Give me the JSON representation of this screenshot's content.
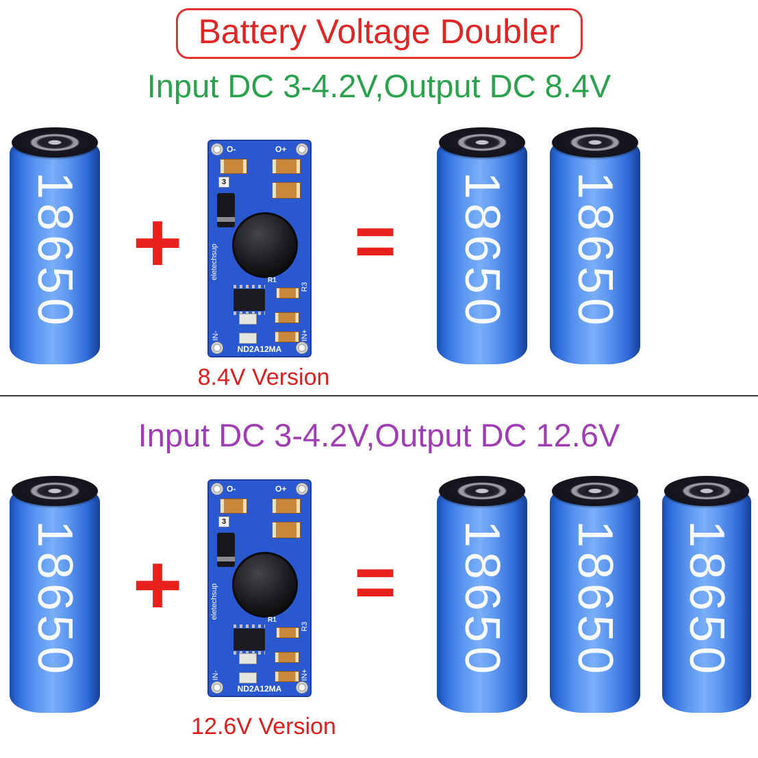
{
  "title": "Battery Voltage Doubler",
  "battery_label": "18650",
  "operators": {
    "plus": "+",
    "equals": "="
  },
  "sections": [
    {
      "heading": "Input DC 3-4.2V,Output DC 8.4V",
      "heading_color": "#2aa24c",
      "module_caption": "8.4V Version",
      "input_battery_count": 1,
      "output_battery_count": 2
    },
    {
      "heading": "Input DC 3-4.2V,Output DC 12.6V",
      "heading_color": "#a03cb4",
      "module_caption": "12.6V Version",
      "input_battery_count": 1,
      "output_battery_count": 3
    }
  ],
  "module": {
    "labels": {
      "out_neg": "O-",
      "out_pos": "O+",
      "in_neg": "IN-",
      "in_pos": "IN+",
      "brand": "eletechsup",
      "part_number": "ND2A12MA",
      "r1": "R1",
      "r3": "R3",
      "marking_3": "3"
    }
  },
  "colors": {
    "title_red": "#e02525",
    "operator_red": "#e8211c",
    "caption_red": "#e01d1d",
    "heading_green": "#2aa24c",
    "heading_purple": "#a03cb4",
    "battery_blue": "#5c97f0",
    "pcb_blue": "#2a58d0"
  }
}
